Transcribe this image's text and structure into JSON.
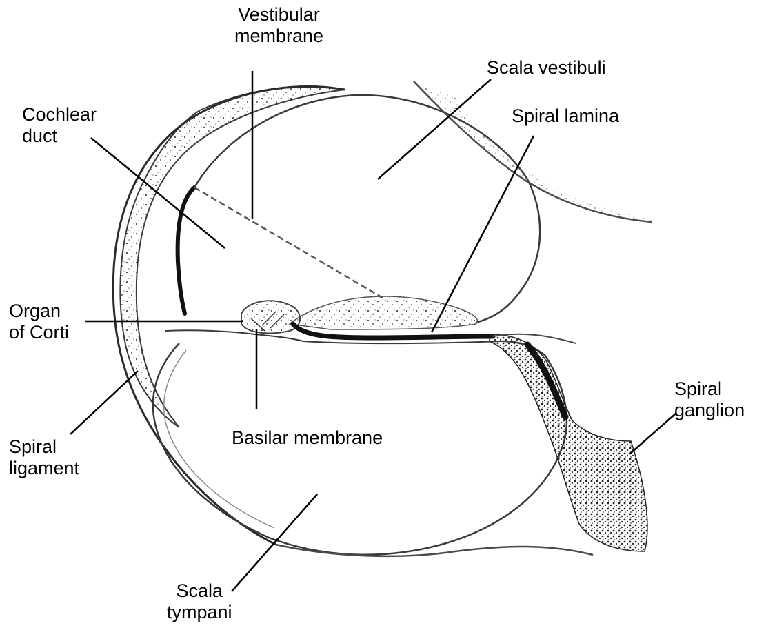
{
  "labels": {
    "vestibular_membrane": [
      "Vestibular",
      "membrane"
    ],
    "scala_vestibuli": "Scala vestibuli",
    "cochlear_duct": [
      "Cochlear",
      "duct"
    ],
    "spiral_lamina": "Spiral lamina",
    "organ_of_corti": [
      "Organ",
      "of Corti"
    ],
    "spiral_ganglion": [
      "Spiral",
      "ganglion"
    ],
    "basilar_membrane": "Basilar membrane",
    "spiral_ligament": [
      "Spiral",
      "ligament"
    ],
    "scala_tympani": [
      "Scala",
      "tympani"
    ]
  },
  "colors": {
    "ink": "#000000",
    "tissue_stipple": "#5a5a5a",
    "background": "#ffffff"
  }
}
